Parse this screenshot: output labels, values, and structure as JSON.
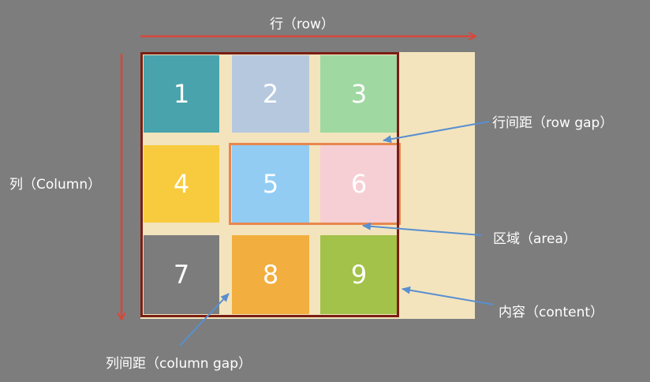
{
  "labels": {
    "row": "行（row）",
    "column": "列（Column）",
    "row_gap": "行间距（row gap）",
    "area": "区域（area）",
    "content": "内容（content）",
    "column_gap": "列间距（column gap）"
  },
  "cells": [
    "1",
    "2",
    "3",
    "4",
    "5",
    "6",
    "7",
    "8",
    "9"
  ],
  "colors": {
    "background": "#7d7d7d",
    "container": "#f3e4bd",
    "grid_border": "#7a1e14",
    "area_border": "#e8874f",
    "axis_arrow": "#d9473b",
    "pointer_arrow": "#5a8fd0",
    "cells": [
      "#48a3ac",
      "#b6c8de",
      "#9fd8a1",
      "#f7cb3d",
      "#92ccf3",
      "#f6cfd4",
      "#7c7c7c",
      "#f2ae3e",
      "#a2c24a"
    ]
  }
}
